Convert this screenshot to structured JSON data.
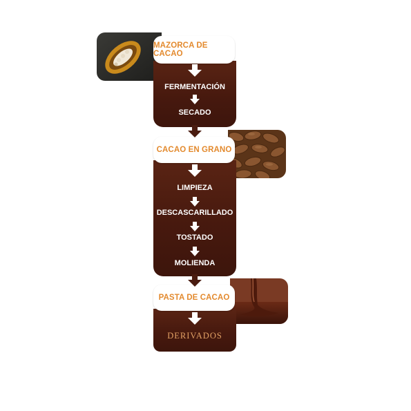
{
  "stages": {
    "mazorca": "MAZORCA DE CACAO",
    "cacao_grano": "CACAO EN GRANO",
    "pasta": "PASTA DE CACAO"
  },
  "steps": {
    "fermentacion": "FERMENTACIÓN",
    "secado": "SECADO",
    "limpieza": "LIMPIEZA",
    "descascarillado": "DESCASCARILLADO",
    "tostado": "TOSTADO",
    "molienda": "MOLIENDA"
  },
  "final": "DERIVADOS",
  "colors": {
    "brown": "#4a1c10",
    "stage_text": "#e38a2e",
    "step_text": "#ffffff",
    "final_text": "#e1a064"
  }
}
